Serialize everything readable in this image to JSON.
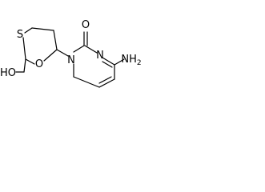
{
  "molecule": {
    "atoms": {
      "sulfur": "S",
      "ring_oxygen": "O",
      "ring_nitrogen": "N",
      "imine_nitrogen": "N",
      "carbonyl_oxygen": "O",
      "hydroxyl": "HO",
      "amino": "NH",
      "amino_subscript": "2"
    },
    "colors": {
      "bond": "#000000",
      "text": "#000000",
      "background": "#ffffff"
    }
  }
}
